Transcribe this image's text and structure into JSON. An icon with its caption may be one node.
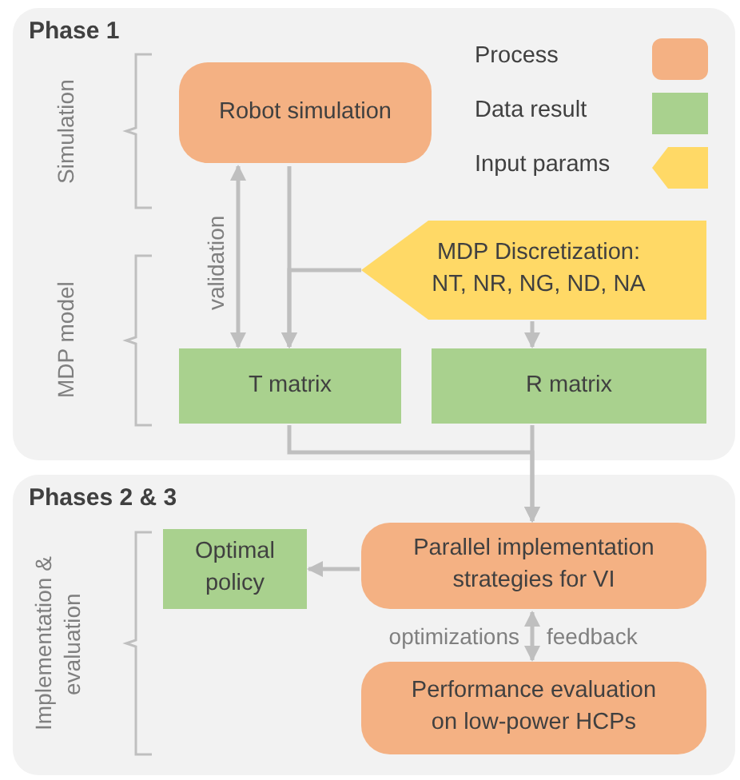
{
  "diagram": {
    "nodes": [
      {
        "text": [
          "Phase 1"
        ]
      },
      {
        "text": [
          "Robot simulation"
        ],
        "in": 0
      },
      {
        "text": [
          "MDP Discretization: NT, NR, NG, ND, NA"
        ],
        "in": 0
      },
      {
        "text": [
          "T matrix"
        ],
        "in": 0
      },
      {
        "text": [
          "R matrix"
        ],
        "in": 0
      },
      {
        "text": [
          "Phases 2 & 3"
        ]
      },
      {
        "text": [
          "Optimal policy"
        ],
        "in": 5
      },
      {
        "text": [
          "Parallel implementation strategies for VI"
        ],
        "in": 5
      },
      {
        "text": [
          "Performance evaluation on low-power HCPs"
        ],
        "in": 5
      }
    ],
    "edges": [
      {
        "from": 1,
        "to": 3,
        "arrow": "both",
        "label": "validation"
      },
      {
        "from": 1,
        "to": 3,
        "arrow": "to"
      },
      {
        "from": 2,
        "to": 3,
        "arrow": "to"
      },
      {
        "from": 2,
        "to": 4,
        "arrow": "to"
      },
      {
        "from": 3,
        "to": 7,
        "arrow": "to"
      },
      {
        "from": 4,
        "to": 7,
        "arrow": "to"
      },
      {
        "from": 7,
        "to": 6,
        "arrow": "to"
      },
      {
        "from": 7,
        "to": 8,
        "arrow": "both"
      }
    ],
    "labels": [
      "Simulation",
      "MDP model",
      "Implementation & evaluation",
      "optimizations",
      "feedback"
    ],
    "legend": [
      {
        "text": "Process",
        "color": "#f4b183"
      },
      {
        "text": "Data result",
        "color": "#a9d18e"
      },
      {
        "text": "Input params",
        "color": "#ffd966"
      }
    ]
  }
}
